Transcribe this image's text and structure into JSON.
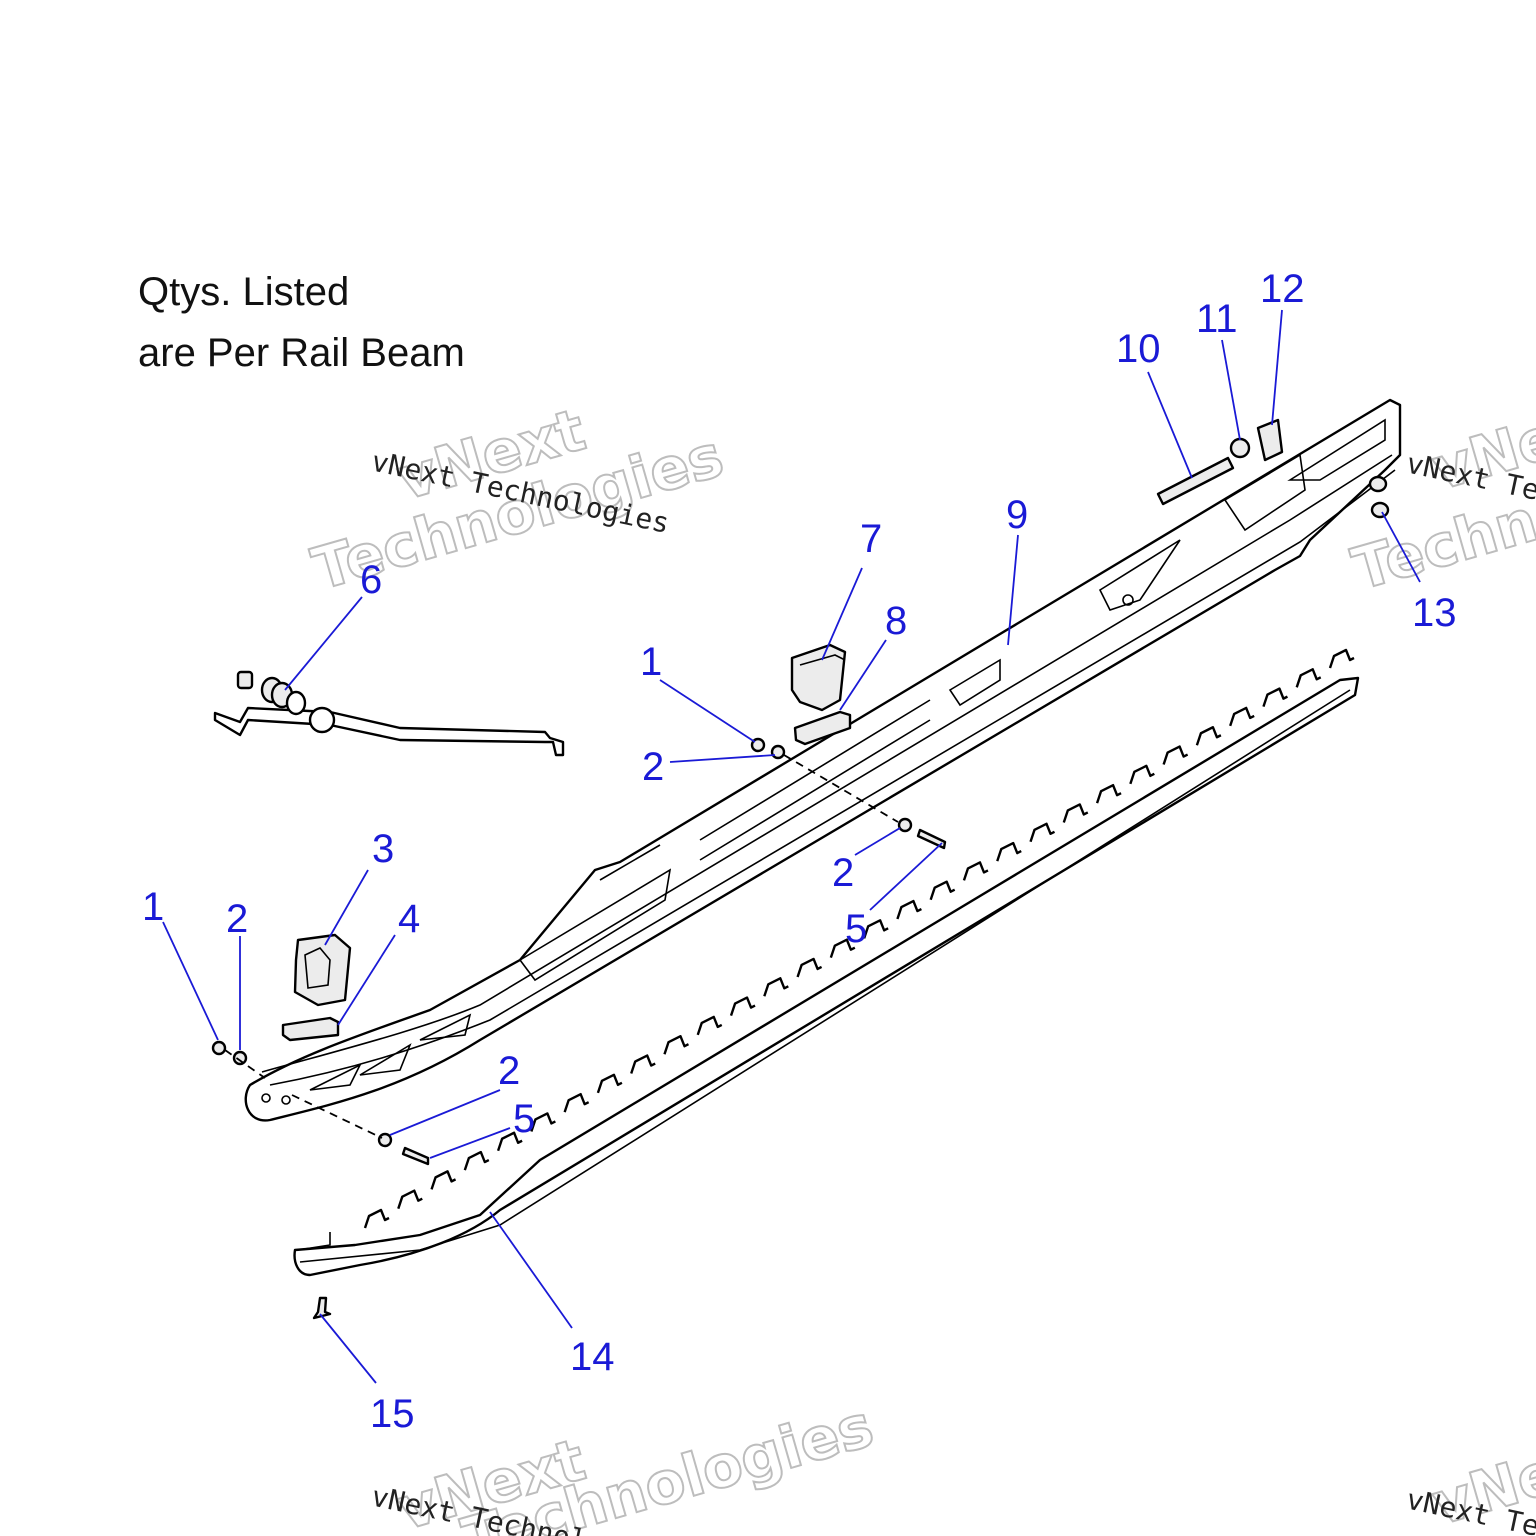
{
  "note": {
    "line1": "Qtys. Listed",
    "line2": "are Per Rail Beam"
  },
  "callouts": [
    "1",
    "2",
    "3",
    "4",
    "2",
    "5",
    "6",
    "1",
    "2",
    "7",
    "8",
    "2",
    "5",
    "9",
    "10",
    "11",
    "12",
    "13",
    "14",
    "15"
  ],
  "watermark": {
    "small": "vNext Technologies",
    "big1": "vNext",
    "big2": "Technologies"
  },
  "colors": {
    "callout": "#1a1ad6",
    "line": "#000000"
  }
}
